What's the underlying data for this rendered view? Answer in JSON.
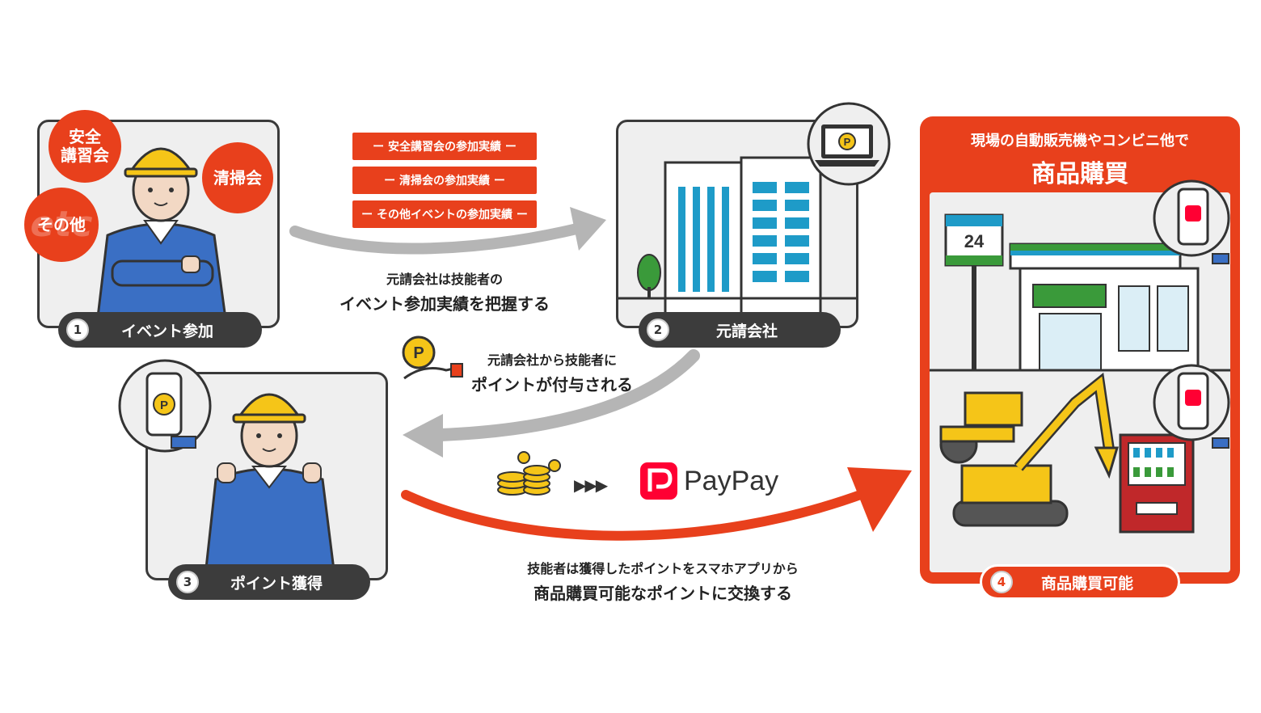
{
  "steps": [
    {
      "num": "1",
      "label": "イベント参加"
    },
    {
      "num": "2",
      "label": "元請会社"
    },
    {
      "num": "3",
      "label": "ポイント獲得"
    },
    {
      "num": "4",
      "label": "商品購買可能"
    }
  ],
  "bubbles": {
    "safety": "安全\n講習会",
    "cleaning": "清掃会",
    "other": "その他",
    "other_bg": "etc"
  },
  "records": [
    "ー 安全講習会の参加実績 ー",
    "ー 清掃会の参加実績 ー",
    "ー その他イベントの参加実績 ー"
  ],
  "captions": {
    "grasp_small": "元請会社は技能者の",
    "grasp_large": "イベント参加実績を把握する",
    "grant_small": "元請会社から技能者に",
    "grant_large": "ポイントが付与される",
    "exchange_small": "技能者は獲得したポイントをスマホアプリから",
    "exchange_large": "商品購買可能なポイントに交換する"
  },
  "purchase": {
    "subtitle": "現場の自動販売機やコンビニ他で",
    "title": "商品購買"
  },
  "store_sign": "24",
  "paypay": {
    "brand": "PayPay",
    "arrows": "▶▶▶"
  },
  "point_mark": "P",
  "colors": {
    "accent": "#e8401c",
    "dark": "#3c3c3c",
    "blue": "#3a6fc4",
    "helmet": "#f5c518",
    "gray_arrow": "#b5b5b5",
    "paypay_red": "#ff0033"
  },
  "icons": [
    "worker-icon",
    "building-icon",
    "laptop-icon",
    "smartphone-icon",
    "coin-icon",
    "hand-icon",
    "coins-stack-icon",
    "convenience-store-icon",
    "excavator-icon",
    "road-roller-icon",
    "vending-machine-icon",
    "paypay-logo-icon"
  ]
}
